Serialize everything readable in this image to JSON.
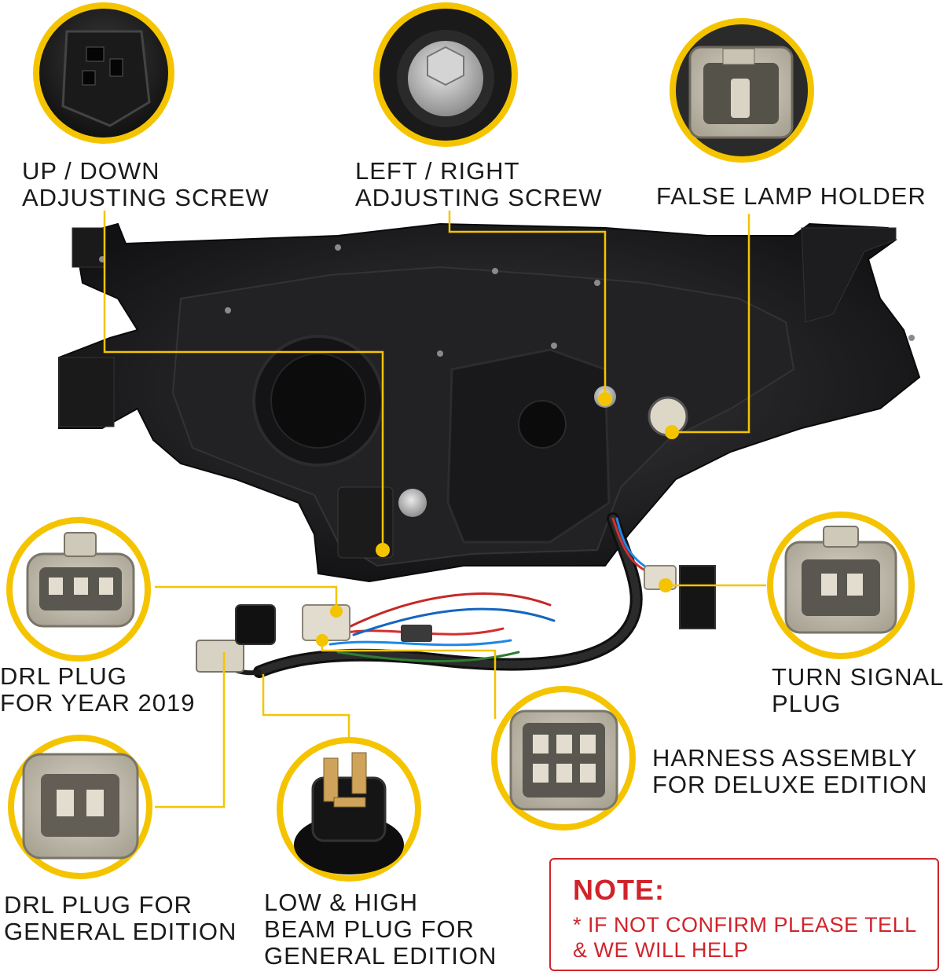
{
  "labels": {
    "up_down": [
      "UP / DOWN",
      "ADJUSTING SCREW"
    ],
    "left_right": [
      "LEFT / RIGHT",
      "ADJUSTING SCREW"
    ],
    "false_lamp": [
      "FALSE LAMP HOLDER"
    ],
    "drl_2019": [
      "DRL PLUG",
      "FOR YEAR 2019"
    ],
    "turn_signal": [
      "TURN SIGNAL",
      "PLUG"
    ],
    "harness": [
      "HARNESS ASSEMBLY",
      "FOR DELUXE EDITION"
    ],
    "drl_general": [
      "DRL PLUG FOR",
      "GENERAL EDITION"
    ],
    "low_high": [
      "LOW & HIGH",
      "BEAM PLUG FOR",
      "GENERAL EDITION"
    ]
  },
  "note": {
    "title": "NOTE:",
    "line1": "* IF NOT CONFIRM PLEASE TELL",
    "line2": "& WE WILL HELP"
  },
  "colors": {
    "ring": "#f5c400",
    "callout_line": "#f5c400",
    "note_red": "#d0242b",
    "housing": "#1c1c1e"
  }
}
